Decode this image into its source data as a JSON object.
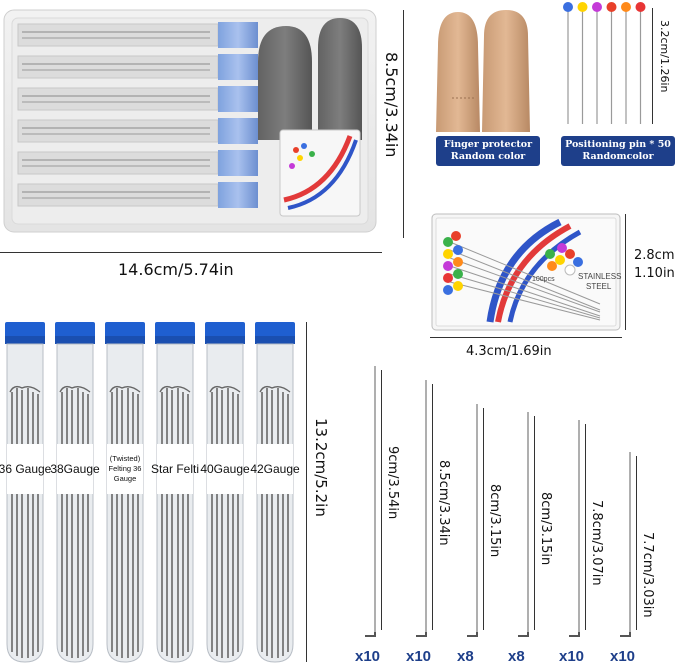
{
  "top_box": {
    "width_label": "14.6cm/5.74in",
    "height_label": "8.5cm/3.34in"
  },
  "finger_protector": {
    "label_line1": "Finger protector",
    "label_line2": "Random color"
  },
  "positioning_pin": {
    "label_line1": "Positioning pin * 50",
    "label_line2": "Randomcolor",
    "length_label": "3.2cm/1.26in",
    "head_colors": [
      "#3a6fe0",
      "#ffd400",
      "#c43ad8",
      "#e8402a",
      "#ff8a1a",
      "#e83535"
    ]
  },
  "pin_box": {
    "width_label": "4.3cm/1.69in",
    "height_label_line1": "2.8cm",
    "height_label_line2": "1.10in",
    "count_text": "100pcs",
    "material_line1": "STAINLESS",
    "material_line2": "STEEL"
  },
  "tubes": {
    "height_label": "13.2cm/5.2in",
    "labels": [
      "36 Gauge",
      "38Gauge",
      "(Twisted) Felting 36 Gauge",
      "Star Felti",
      "40Gauge",
      "42Gauge"
    ]
  },
  "needles": [
    {
      "length": "9cm/3.54in",
      "count": "x10"
    },
    {
      "length": "8.5cm/3.34in",
      "count": "x10"
    },
    {
      "length": "8cm/3.15in",
      "count": "x8"
    },
    {
      "length": "8cm/3.15in",
      "count": "x8"
    },
    {
      "length": "7.8cm/3.07in",
      "count": "x10"
    },
    {
      "length": "7.7cm/3.03in",
      "count": "x10"
    }
  ]
}
